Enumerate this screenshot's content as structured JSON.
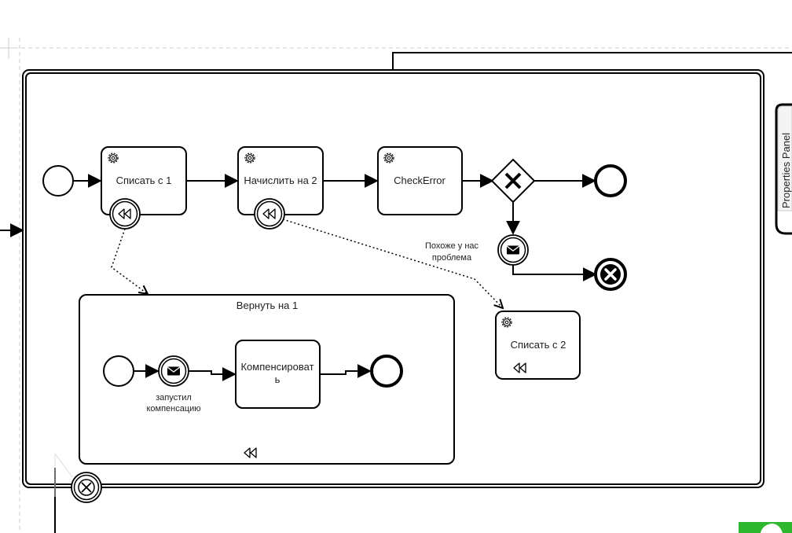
{
  "properties_panel": {
    "label": "Properties Panel"
  },
  "tasks": [
    {
      "id": "task1",
      "label": "Списать с 1"
    },
    {
      "id": "task2",
      "label": "Начислить на 2"
    },
    {
      "id": "task3",
      "label": "CheckError"
    },
    {
      "id": "task4",
      "label": "Списать с 2"
    }
  ],
  "subprocess": {
    "title": "Вернуть на 1",
    "message_event_label_line1": "запустил",
    "message_event_label_line2": "компенсацию",
    "task_label_line1": "Компенсироват",
    "task_label_line2": "ь"
  },
  "message_event": {
    "label_line1": "Похоже у нас",
    "label_line2": "проблема"
  },
  "icons": {
    "gear": "gear-icon",
    "compensation": "compensation-icon",
    "exclusive_gateway": "x-gateway-icon",
    "envelope": "envelope-icon",
    "cancel": "cancel-icon"
  },
  "colors": {
    "stroke": "#000000",
    "text": "#222222",
    "accent_green": "#2fb72f"
  }
}
